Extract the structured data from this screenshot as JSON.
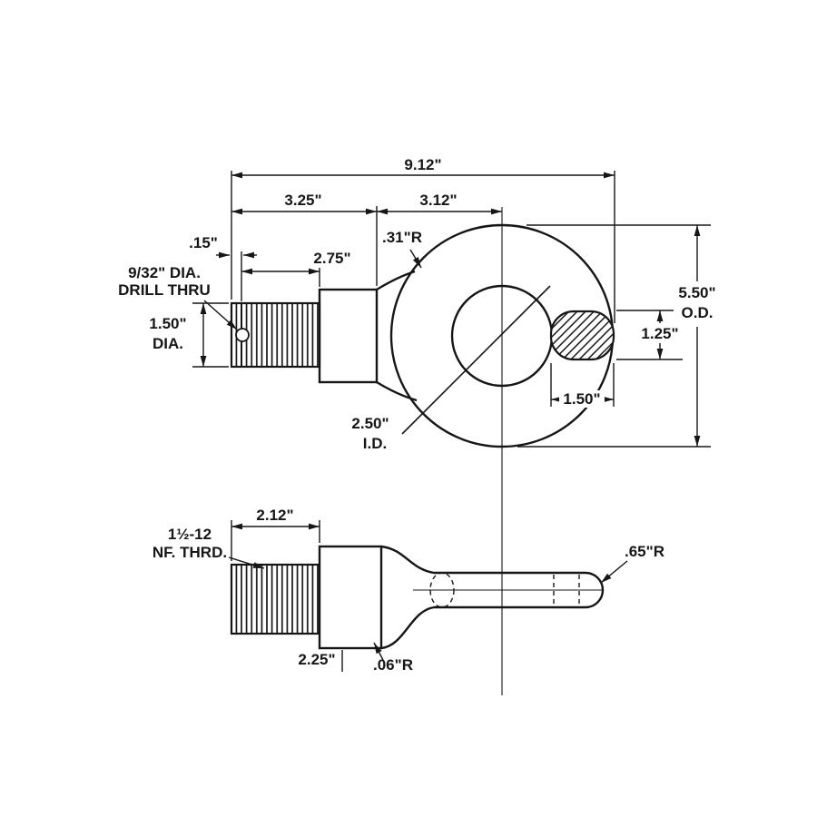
{
  "drawing": {
    "type": "engineering-dimension-drawing",
    "subject": "eye bolt, two orthographic views",
    "colors": {
      "ink": "#161616",
      "background": "#ffffff"
    },
    "labels": {
      "overall_length": "9.12\"",
      "shank_segment": "3.25\"",
      "eye_segment": "3.12\"",
      "tip_chamfer": ".15\"",
      "thread_length_top": "2.75\"",
      "fillet_radius_top": ".31\"R",
      "drill_note_line1": "9/32\" DIA.",
      "drill_note_line2": "DRILL THRU",
      "shank_dia_line1": "1.50\"",
      "shank_dia_line2": "DIA.",
      "outer_dia_line1": "5.50\"",
      "outer_dia_line2": "O.D.",
      "boss_height": "1.25\"",
      "boss_width": "1.50\"",
      "inner_dia_line1": "2.50\"",
      "inner_dia_line2": "I.D.",
      "thread_length_side": "2.12\"",
      "thread_spec_line1": "1½-12",
      "thread_spec_line2": "NF. THRD.",
      "collar_dia": "2.25\"",
      "fillet_radius_side": ".06\"R",
      "end_radius": ".65\"R"
    }
  }
}
